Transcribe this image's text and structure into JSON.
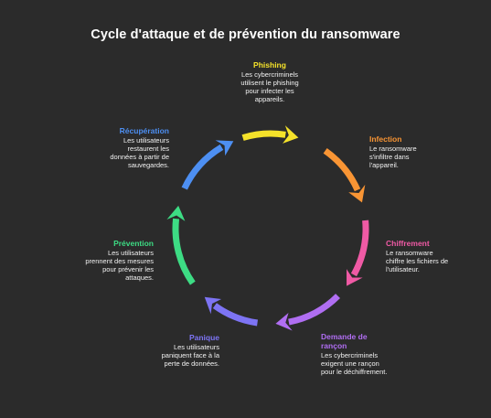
{
  "title": "Cycle d'attaque et de prévention du ransomware",
  "stages": [
    {
      "id": "phishing",
      "name": "Phishing",
      "color": "#f5e22a",
      "desc": "Les cybercriminels\nutilisent le phishing\npour infecter les\nappareils."
    },
    {
      "id": "infection",
      "name": "Infection",
      "color": "#f99534",
      "desc": "Le ransomware\ns'infiltre dans\nl'appareil."
    },
    {
      "id": "chiffrement",
      "name": "Chiffrement",
      "color": "#f05aa5",
      "desc": "Le ransomware\nchiffre les fichiers de\nl'utilisateur."
    },
    {
      "id": "demande",
      "name": "Demande de\nrançon",
      "color": "#b06ef2",
      "desc": "Les cybercriminels\nexigent une rançon\npour le déchiffrement."
    },
    {
      "id": "panique",
      "name": "Panique",
      "color": "#7d74f4",
      "desc": "Les utilisateurs\npaniquent face à la\nperte de données."
    },
    {
      "id": "prevention",
      "name": "Prévention",
      "color": "#3ddc84",
      "desc": "Les utilisateurs\nprennent des mesures\npour prévenir les\nattaques."
    },
    {
      "id": "recuperation",
      "name": "Récupération",
      "color": "#4d8ff2",
      "desc": "Les utilisateurs\nrestaurent les\ndonnées à partir de\nsauvegardes."
    }
  ]
}
